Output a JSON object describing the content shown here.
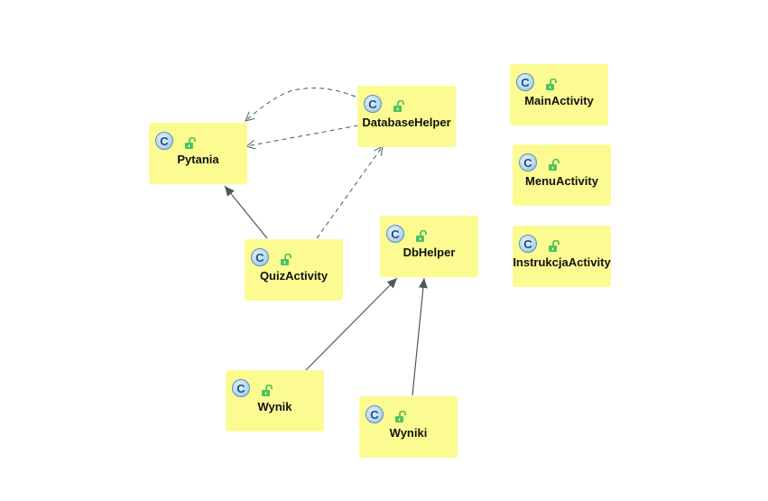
{
  "diagram": {
    "nodes": [
      {
        "id": "pytania",
        "label": "Pytania",
        "icon": "class-icon",
        "visibility": "lock-open-icon"
      },
      {
        "id": "databasehelper",
        "label": "DatabaseHelper",
        "icon": "class-icon",
        "visibility": "lock-open-icon"
      },
      {
        "id": "mainactivity",
        "label": "MainActivity",
        "icon": "class-icon",
        "visibility": "lock-open-icon"
      },
      {
        "id": "menuactivity",
        "label": "MenuActivity",
        "icon": "class-icon",
        "visibility": "lock-open-icon"
      },
      {
        "id": "instrukcjaactivity",
        "label": "InstrukcjaActivity",
        "icon": "class-icon",
        "visibility": "lock-open-icon"
      },
      {
        "id": "quizactivity",
        "label": "QuizActivity",
        "icon": "class-icon",
        "visibility": "lock-open-icon"
      },
      {
        "id": "dbhelper",
        "label": "DbHelper",
        "icon": "class-icon",
        "visibility": "lock-open-icon"
      },
      {
        "id": "wynik",
        "label": "Wynik",
        "icon": "class-icon",
        "visibility": "lock-open-icon"
      },
      {
        "id": "wyniki",
        "label": "Wyniki",
        "icon": "class-icon",
        "visibility": "lock-open-icon"
      }
    ],
    "edges": [
      {
        "from": "databasehelper",
        "to": "pytania",
        "style": "dashed"
      },
      {
        "from": "databasehelper",
        "to": "pytania",
        "style": "dashed"
      },
      {
        "from": "quizactivity",
        "to": "databasehelper",
        "style": "dashed"
      },
      {
        "from": "quizactivity",
        "to": "pytania",
        "style": "solid"
      },
      {
        "from": "wynik",
        "to": "dbhelper",
        "style": "solid"
      },
      {
        "from": "wyniki",
        "to": "dbhelper",
        "style": "solid"
      }
    ],
    "icon_letter": "C",
    "colors": {
      "node_fill": "#fbfb91",
      "edge": "#4a5a5a",
      "class_icon": "#b7d9f1",
      "lock_icon": "#4fc35a"
    }
  }
}
